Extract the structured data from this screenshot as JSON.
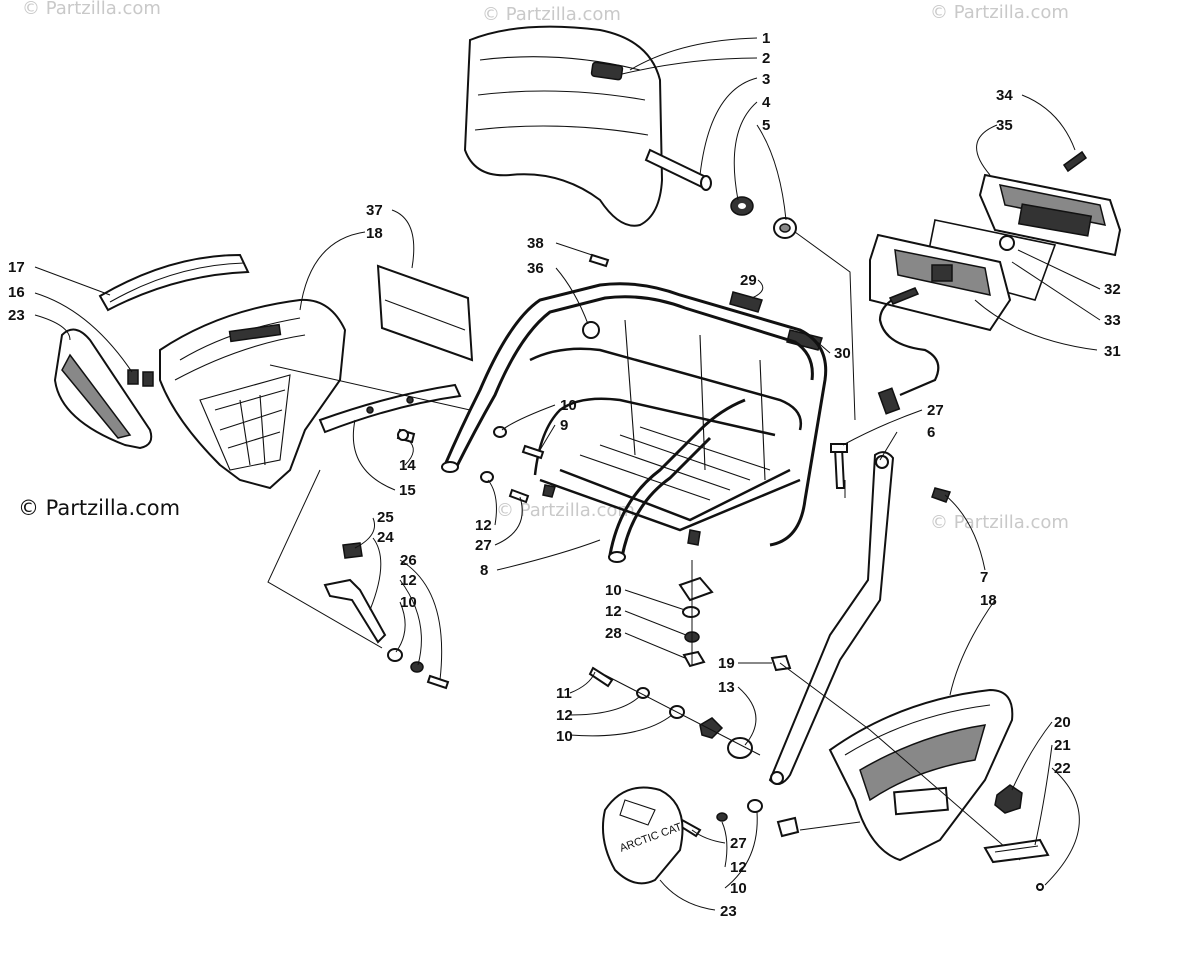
{
  "watermarks": {
    "top_left": "© Partzilla.com",
    "top_center": "© Partzilla.com",
    "top_right": "© Partzilla.com",
    "middle_center": "© Partzilla.com",
    "middle_right": "© Partzilla.com",
    "main_copyright": "© Partzilla.com"
  },
  "decal_text": "ARCTIC CAT",
  "callouts": [
    {
      "id": "c1",
      "label": "1"
    },
    {
      "id": "c2",
      "label": "2"
    },
    {
      "id": "c3",
      "label": "3"
    },
    {
      "id": "c4",
      "label": "4"
    },
    {
      "id": "c5",
      "label": "5"
    },
    {
      "id": "c34",
      "label": "34"
    },
    {
      "id": "c35",
      "label": "35"
    },
    {
      "id": "c37",
      "label": "37"
    },
    {
      "id": "c18a",
      "label": "18"
    },
    {
      "id": "c38",
      "label": "38"
    },
    {
      "id": "c36",
      "label": "36"
    },
    {
      "id": "c29",
      "label": "29"
    },
    {
      "id": "c32",
      "label": "32"
    },
    {
      "id": "c33",
      "label": "33"
    },
    {
      "id": "c31",
      "label": "31"
    },
    {
      "id": "c30",
      "label": "30"
    },
    {
      "id": "c17",
      "label": "17"
    },
    {
      "id": "c16",
      "label": "16"
    },
    {
      "id": "c23a",
      "label": "23"
    },
    {
      "id": "c10a",
      "label": "10"
    },
    {
      "id": "c9",
      "label": "9"
    },
    {
      "id": "c27a",
      "label": "27"
    },
    {
      "id": "c6",
      "label": "6"
    },
    {
      "id": "c14",
      "label": "14"
    },
    {
      "id": "c15",
      "label": "15"
    },
    {
      "id": "c12a",
      "label": "12"
    },
    {
      "id": "c27b",
      "label": "27"
    },
    {
      "id": "c8",
      "label": "8"
    },
    {
      "id": "c25",
      "label": "25"
    },
    {
      "id": "c24",
      "label": "24"
    },
    {
      "id": "c26",
      "label": "26"
    },
    {
      "id": "c12b",
      "label": "12"
    },
    {
      "id": "c10b",
      "label": "10"
    },
    {
      "id": "c7",
      "label": "7"
    },
    {
      "id": "c18b",
      "label": "18"
    },
    {
      "id": "c10c",
      "label": "10"
    },
    {
      "id": "c12c",
      "label": "12"
    },
    {
      "id": "c28",
      "label": "28"
    },
    {
      "id": "c19",
      "label": "19"
    },
    {
      "id": "c13",
      "label": "13"
    },
    {
      "id": "c11",
      "label": "11"
    },
    {
      "id": "c12d",
      "label": "12"
    },
    {
      "id": "c10d",
      "label": "10"
    },
    {
      "id": "c20",
      "label": "20"
    },
    {
      "id": "c21",
      "label": "21"
    },
    {
      "id": "c22",
      "label": "22"
    },
    {
      "id": "c27c",
      "label": "27"
    },
    {
      "id": "c12e",
      "label": "12"
    },
    {
      "id": "c10e",
      "label": "10"
    },
    {
      "id": "c23b",
      "label": "23"
    }
  ]
}
